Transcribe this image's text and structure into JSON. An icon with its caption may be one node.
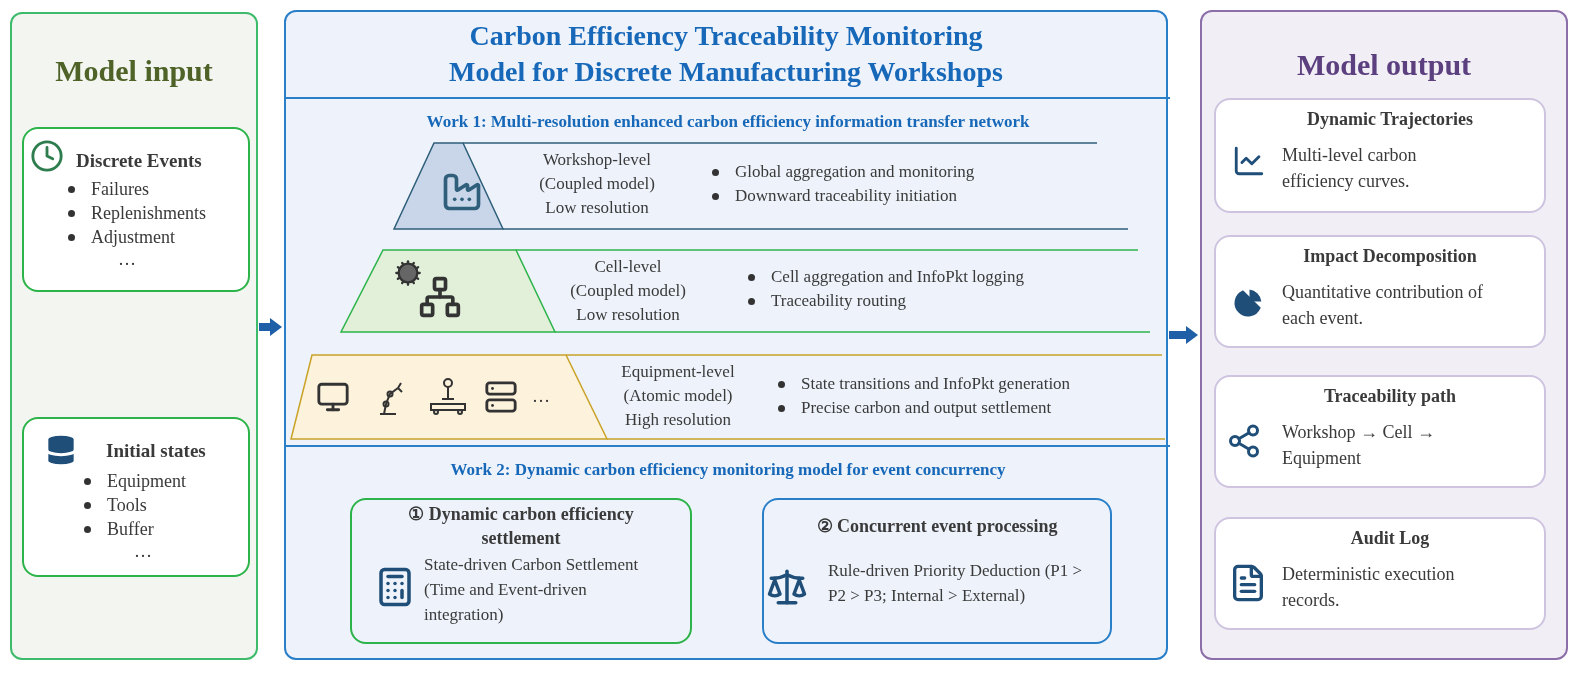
{
  "diagram": {
    "nodes": [
      {
        "text": [
          "Model input"
        ]
      },
      {
        "text": [
          "Discrete Events",
          "Failures",
          "Replenishments",
          "Adjustment",
          "…"
        ],
        "in": 0
      },
      {
        "text": [
          "Initial states",
          "Equipment",
          "Tools",
          "Buffer",
          "…"
        ],
        "in": 0
      },
      {
        "text": [
          "Carbon Efficiency Traceability Monitoring Model for Discrete Manufacturing Workshops"
        ]
      },
      {
        "text": [
          "Work 1: Multi-resolution enhanced carbon efficiency information transfer network"
        ],
        "in": 3
      },
      {
        "text": [
          "Workshop-level (Coupled model) Low resolution",
          "Global aggregation and monitoring",
          "Downward traceability initiation"
        ],
        "in": 4
      },
      {
        "text": [
          "Cell-level (Coupled model) Low resolution",
          "Cell aggregation and InfoPkt logging",
          "Traceability routing"
        ],
        "in": 4
      },
      {
        "text": [
          "Equipment-level (Atomic model) High resolution",
          "State transitions and InfoPkt generation",
          "Precise carbon and output settlement",
          "…"
        ],
        "in": 4
      },
      {
        "text": [
          "Work 2: Dynamic carbon efficiency monitoring model for event concurrency"
        ],
        "in": 3
      },
      {
        "text": [
          "① Dynamic carbon efficiency settlement",
          "State-driven Carbon Settlement (Time and Event-driven integration)"
        ],
        "in": 8
      },
      {
        "text": [
          "② Concurrent event processing",
          "Rule-driven Priority Deduction (P1 > P2 > P3; Internal > External)"
        ],
        "in": 8
      },
      {
        "text": [
          "Model output"
        ]
      },
      {
        "text": [
          "Dynamic Trajectories",
          "Multi-level carbon efficiency curves."
        ],
        "in": 11
      },
      {
        "text": [
          "Impact Decomposition",
          "Quantitative contribution of each event."
        ],
        "in": 11
      },
      {
        "text": [
          "Traceability path",
          "Workshop → Cell → Equipment"
        ],
        "in": 11
      },
      {
        "text": [
          "Audit Log",
          "Deterministic execution records."
        ],
        "in": 11
      }
    ],
    "edges": [
      {
        "from": 0,
        "to": 3,
        "arrow": "to"
      },
      {
        "from": 3,
        "to": 11,
        "arrow": "to"
      }
    ]
  }
}
